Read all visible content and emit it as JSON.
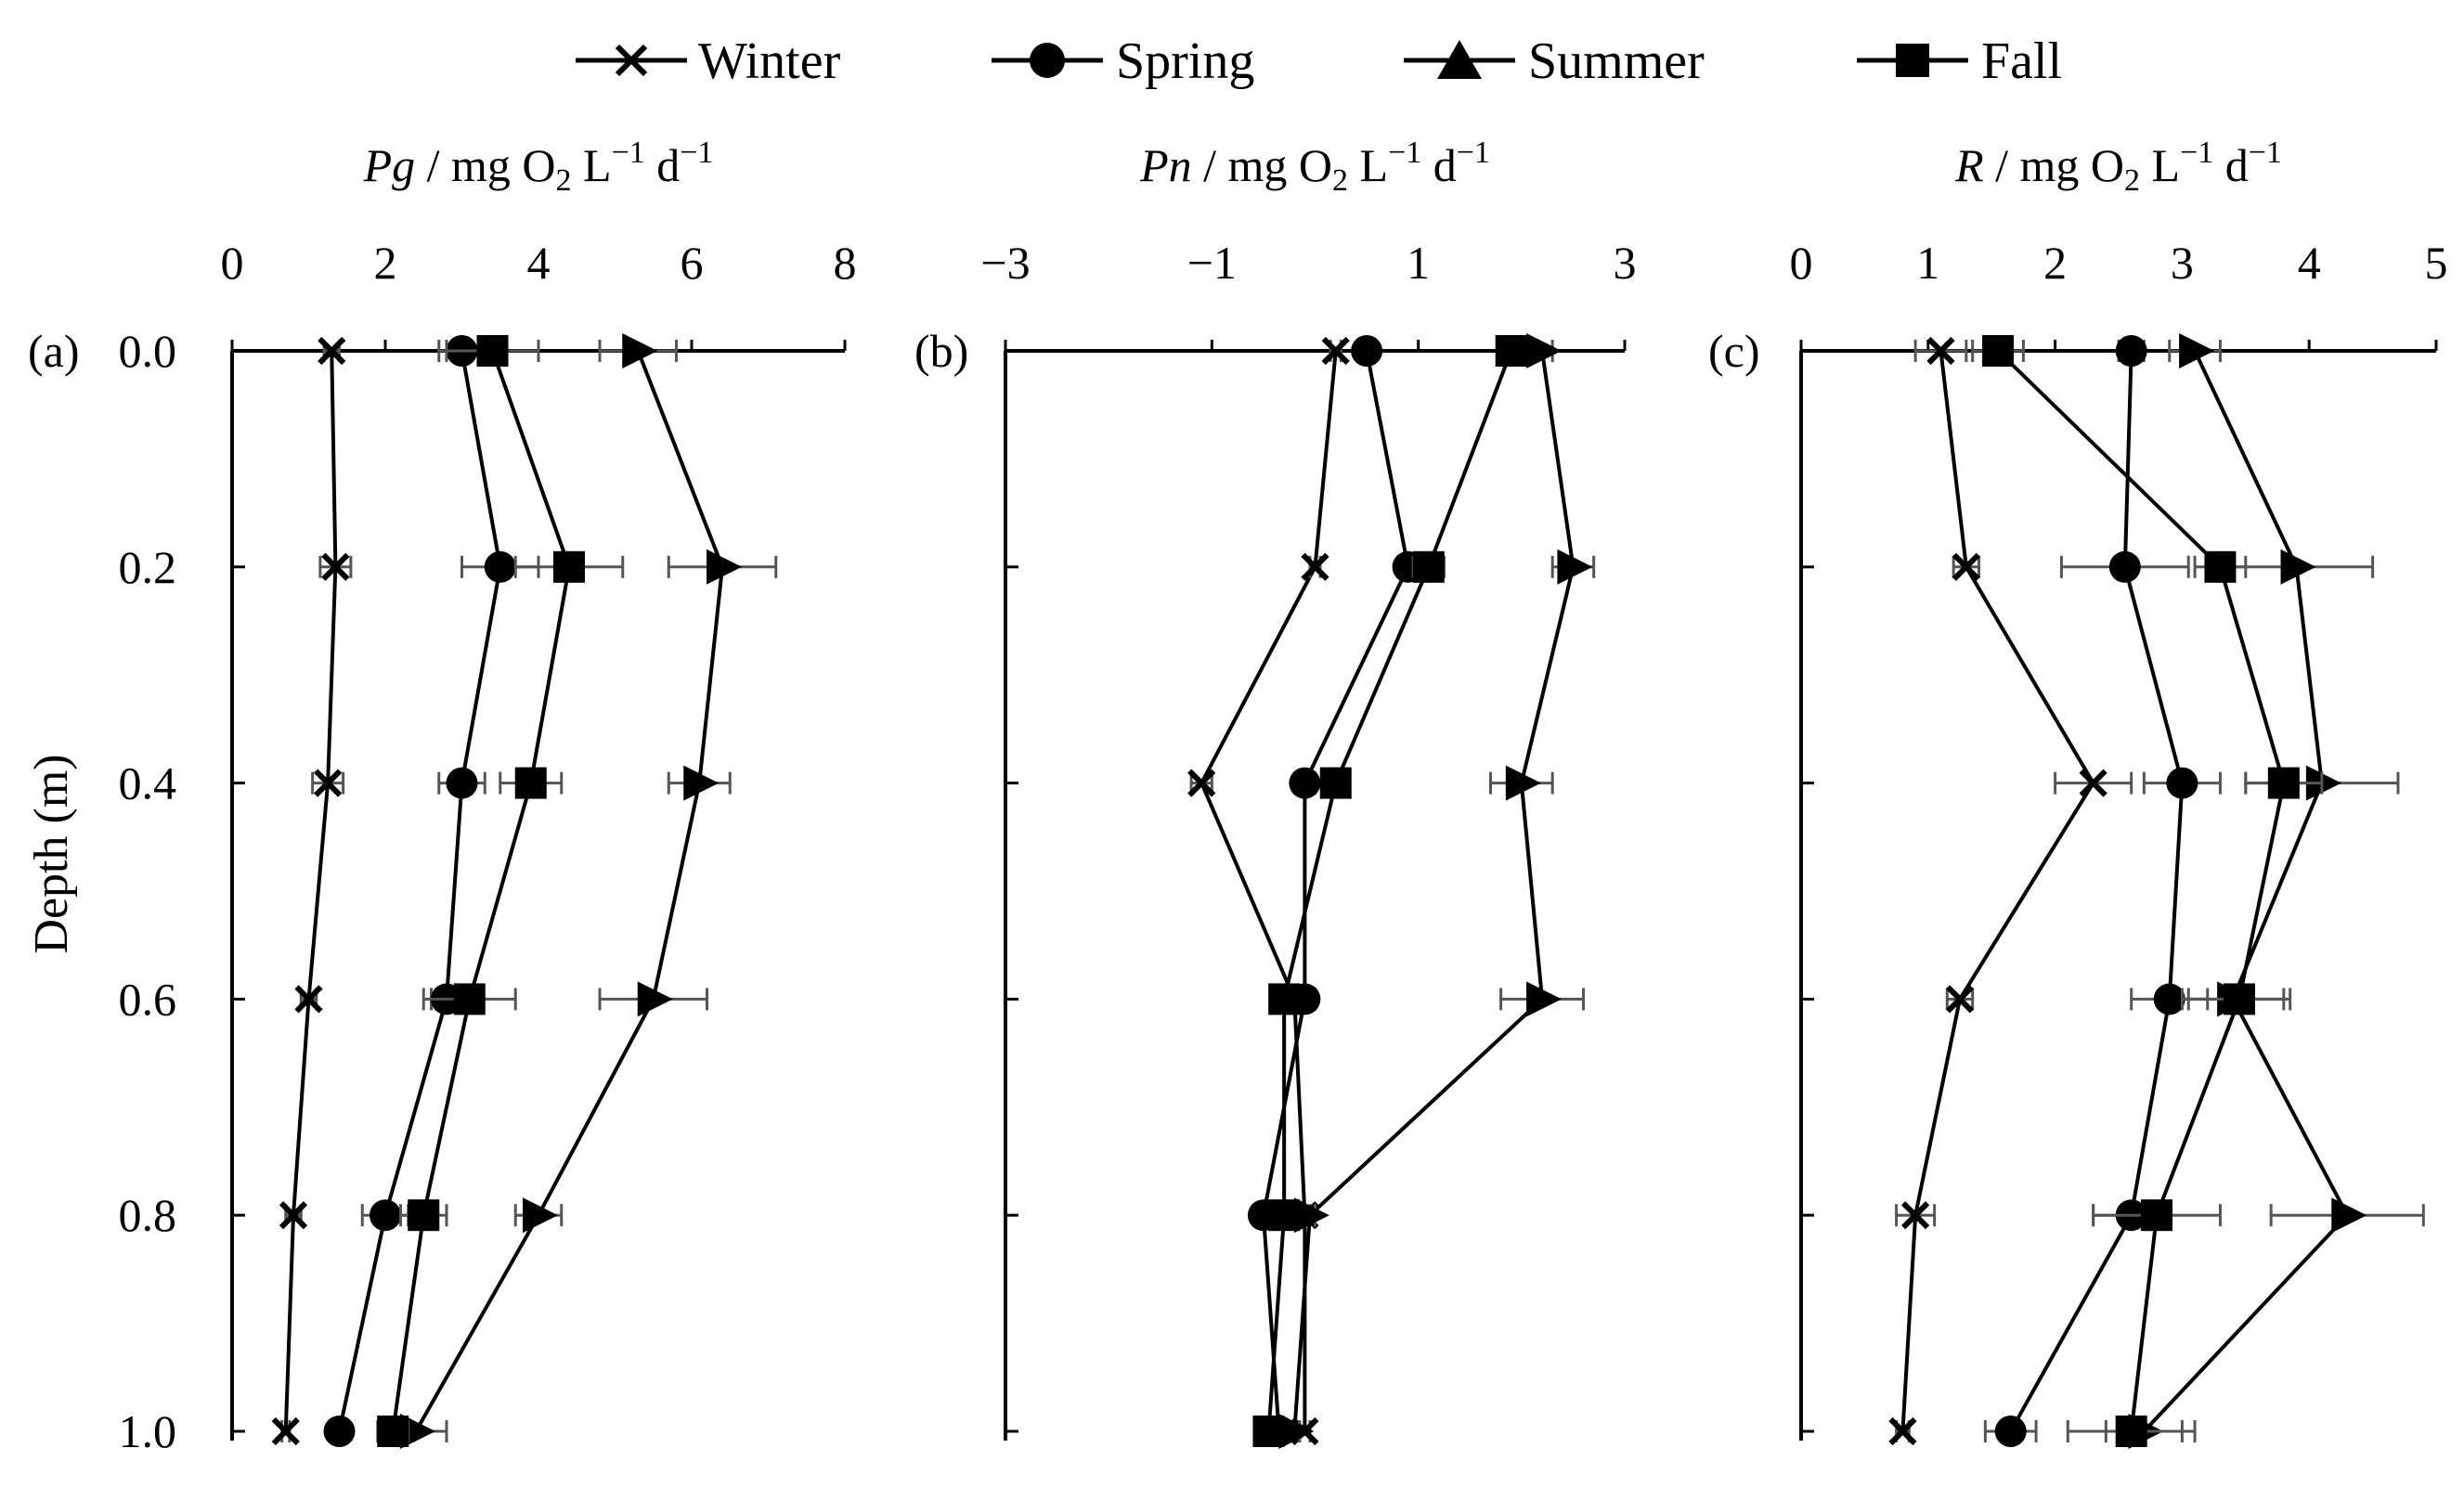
{
  "legend": {
    "Winter": "Winter",
    "Spring": "Spring",
    "Summer": "Summer",
    "Fall": "Fall"
  },
  "ylabel": "Depth (m)",
  "colors": {
    "ink": "#000000",
    "errorbar": "#555555"
  },
  "chart_data": [
    {
      "type": "line",
      "panel": "(a)",
      "xlabel": {
        "sym": "Pg",
        "unit": "mg O",
        "sub": "2",
        "rest": " L",
        "sup1": "−1",
        "d": " d",
        "sup2": "−1"
      },
      "xlim": [
        0,
        8
      ],
      "xticks": [
        0,
        2,
        4,
        6,
        8
      ],
      "depth": [
        0.0,
        0.2,
        0.4,
        0.6,
        0.8,
        1.0
      ],
      "depth_labels": [
        "0.0",
        "0.2",
        "0.4",
        "0.6",
        "0.8",
        "1.0"
      ],
      "series": [
        {
          "name": "Winter",
          "marker": "x",
          "values": [
            1.3,
            1.35,
            1.25,
            1.0,
            0.8,
            0.7
          ],
          "err": [
            0.1,
            0.2,
            0.2,
            0.1,
            0.1,
            0.05
          ]
        },
        {
          "name": "Spring",
          "marker": "circle",
          "values": [
            3.0,
            3.5,
            3.0,
            2.8,
            2.0,
            1.4
          ],
          "err": [
            0.3,
            0.5,
            0.3,
            0.2,
            0.3,
            0.1
          ]
        },
        {
          "name": "Summer",
          "marker": "triangle",
          "values": [
            5.3,
            6.4,
            6.1,
            5.5,
            4.0,
            2.4
          ],
          "err": [
            0.5,
            0.7,
            0.4,
            0.7,
            0.3,
            0.4
          ]
        },
        {
          "name": "Fall",
          "marker": "square",
          "values": [
            3.4,
            4.4,
            3.9,
            3.1,
            2.5,
            2.1
          ],
          "err": [
            0.6,
            0.7,
            0.4,
            0.6,
            0.3,
            0.2
          ]
        }
      ]
    },
    {
      "type": "line",
      "panel": "(b)",
      "xlabel": {
        "sym": "Pn",
        "unit": "mg O",
        "sub": "2",
        "rest": " L",
        "sup1": "−1",
        "d": " d",
        "sup2": "−1"
      },
      "xlim": [
        -3,
        3
      ],
      "xticks": [
        -3,
        -1,
        1,
        3
      ],
      "xtick_labels": [
        "−3",
        "−1",
        "1",
        "3"
      ],
      "depth": [
        0.0,
        0.2,
        0.4,
        0.6,
        0.8,
        1.0
      ],
      "depth_labels": [
        "0.0",
        "0.2",
        "0.4",
        "0.6",
        "0.8",
        "1.0"
      ],
      "series": [
        {
          "name": "Winter",
          "marker": "x",
          "values": [
            0.2,
            0.0,
            -1.1,
            -0.2,
            -0.1,
            -0.1
          ],
          "err": [
            0.05,
            0.05,
            0.1,
            0.05,
            0.05,
            0.05
          ]
        },
        {
          "name": "Spring",
          "marker": "circle",
          "values": [
            0.5,
            0.9,
            -0.1,
            -0.1,
            -0.5,
            -0.35
          ],
          "err": [
            0.05,
            0.1,
            0.1,
            0.1,
            0.1,
            0.05
          ]
        },
        {
          "name": "Summer",
          "marker": "triangle",
          "values": [
            2.2,
            2.5,
            2.0,
            2.2,
            -0.05,
            -0.2
          ],
          "err": [
            0.1,
            0.2,
            0.3,
            0.4,
            0.05,
            0.05
          ]
        },
        {
          "name": "Fall",
          "marker": "square",
          "values": [
            1.9,
            1.1,
            0.2,
            -0.3,
            -0.3,
            -0.45
          ],
          "err": [
            0.1,
            0.15,
            0.1,
            0.1,
            0.05,
            0.05
          ]
        }
      ]
    },
    {
      "type": "line",
      "panel": "(c)",
      "xlabel": {
        "sym": "R",
        "unit": "mg O",
        "sub": "2",
        "rest": " L",
        "sup1": "−1",
        "d": " d",
        "sup2": "−1"
      },
      "xlim": [
        0,
        5
      ],
      "xticks": [
        0,
        1,
        2,
        3,
        4,
        5
      ],
      "depth": [
        0.0,
        0.2,
        0.4,
        0.6,
        0.8,
        1.0
      ],
      "depth_labels": [
        "0.0",
        "0.2",
        "0.4",
        "0.6",
        "0.8",
        "1.0"
      ],
      "series": [
        {
          "name": "Winter",
          "marker": "x",
          "values": [
            1.1,
            1.3,
            2.3,
            1.25,
            0.9,
            0.8
          ],
          "err": [
            0.2,
            0.1,
            0.3,
            0.1,
            0.15,
            0.05
          ]
        },
        {
          "name": "Spring",
          "marker": "circle",
          "values": [
            2.6,
            2.55,
            3.0,
            2.9,
            2.6,
            1.65
          ],
          "err": [
            0.1,
            0.5,
            0.3,
            0.3,
            0.3,
            0.2
          ]
        },
        {
          "name": "Summer",
          "marker": "triangle",
          "values": [
            3.1,
            3.9,
            4.1,
            3.4,
            4.3,
            2.7
          ],
          "err": [
            0.2,
            0.6,
            0.6,
            0.4,
            0.6,
            0.3
          ]
        },
        {
          "name": "Fall",
          "marker": "square",
          "values": [
            1.55,
            3.3,
            3.8,
            3.45,
            2.8,
            2.6
          ],
          "err": [
            0.2,
            0.2,
            0.3,
            0.4,
            0.5,
            0.5
          ]
        }
      ]
    }
  ]
}
